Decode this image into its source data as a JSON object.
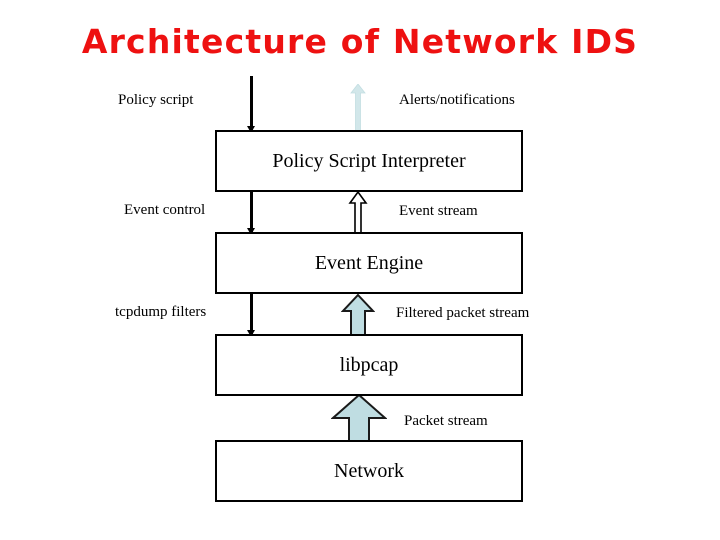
{
  "slide": {
    "title": "Architecture of Network IDS",
    "title_color": "#ee1111",
    "background_color": "#ffffff"
  },
  "diagram": {
    "type": "layered-block-diagram",
    "boxes": [
      {
        "id": "policy-script-interpreter",
        "label": "Policy Script Interpreter",
        "layer": 1
      },
      {
        "id": "event-engine",
        "label": "Event Engine",
        "layer": 2
      },
      {
        "id": "libpcap",
        "label": "libpcap",
        "layer": 3
      },
      {
        "id": "network",
        "label": "Network",
        "layer": 4
      }
    ],
    "labels": {
      "policy_script": "Policy script",
      "alerts_notifications": "Alerts/notifications",
      "event_control": "Event control",
      "event_stream": "Event stream",
      "tcpdump_filters": "tcpdump filters",
      "filtered_packet_stream": "Filtered packet stream",
      "packet_stream": "Packet stream"
    },
    "connectors": [
      {
        "id": "policy-script-arrow",
        "label": "Policy script",
        "direction": "down",
        "style": "thin-line",
        "color": "#000000"
      },
      {
        "id": "alerts-arrow",
        "label": "Alerts/notifications",
        "direction": "up",
        "style": "block-arrow",
        "color": "#cfe5e8"
      },
      {
        "id": "event-control-arrow",
        "label": "Event control",
        "direction": "down",
        "style": "thin-line",
        "color": "#000000"
      },
      {
        "id": "event-stream-arrow",
        "label": "Event stream",
        "direction": "up",
        "style": "block-arrow",
        "color": "#ffffff"
      },
      {
        "id": "tcpdump-filters-arrow",
        "label": "tcpdump filters",
        "direction": "down",
        "style": "thin-line",
        "color": "#000000"
      },
      {
        "id": "filtered-packet-arrow",
        "label": "Filtered packet stream",
        "direction": "up",
        "style": "block-arrow",
        "color": "#bfdde2"
      },
      {
        "id": "packet-stream-arrow",
        "label": "Packet stream",
        "direction": "up",
        "style": "block-arrow",
        "color": "#bfdde2"
      }
    ]
  }
}
